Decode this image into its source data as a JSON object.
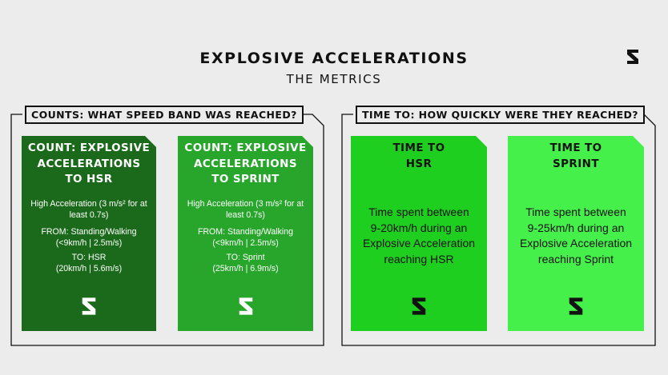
{
  "header": {
    "title": "EXPLOSIVE ACCELERATIONS",
    "subtitle": "THE METRICS"
  },
  "sections": {
    "counts_label": "COUNTS: WHAT SPEED BAND WAS REACHED?",
    "time_label": "TIME TO: HOW QUICKLY WERE THEY REACHED?"
  },
  "cards": [
    {
      "title": [
        "COUNT: EXPLOSIVE",
        "ACCELERATIONS",
        "TO HSR"
      ],
      "lines": [
        "High Acceleration (3 m/s² for at",
        "least 0.7s)",
        "FROM: Standing/Walking",
        "(<9km/h | 2.5m/s)",
        "TO: HSR",
        "(20km/h | 5.6m/s)"
      ],
      "bg": "#1b6a1b",
      "fg": "white"
    },
    {
      "title": [
        "COUNT: EXPLOSIVE",
        "ACCELERATIONS",
        "TO SPRINT"
      ],
      "lines": [
        "High Acceleration (3 m/s² for at",
        "least 0.7s)",
        "FROM: Standing/Walking",
        "(<9km/h | 2.5m/s)",
        "TO: Sprint",
        "(25km/h | 6.9m/s)"
      ],
      "bg": "#27a62b",
      "fg": "white"
    },
    {
      "title": [
        "TIME TO",
        "HSR"
      ],
      "body": [
        "Time spent between",
        "9-20km/h during an",
        "Explosive Acceleration",
        "reaching HSR"
      ],
      "bg": "#1fcf1f",
      "fg": "dark"
    },
    {
      "title": [
        "TIME TO",
        "SPRINT"
      ],
      "body": [
        "Time spent between",
        "9-25km/h during an",
        "Explosive Acceleration",
        "reaching Sprint"
      ],
      "bg": "#45f04a",
      "fg": "dark"
    }
  ],
  "colors": {
    "background": "#ececec",
    "card1": "#1b6a1b",
    "card2": "#27a62b",
    "card3": "#1fcf1f",
    "card4": "#45f04a"
  }
}
